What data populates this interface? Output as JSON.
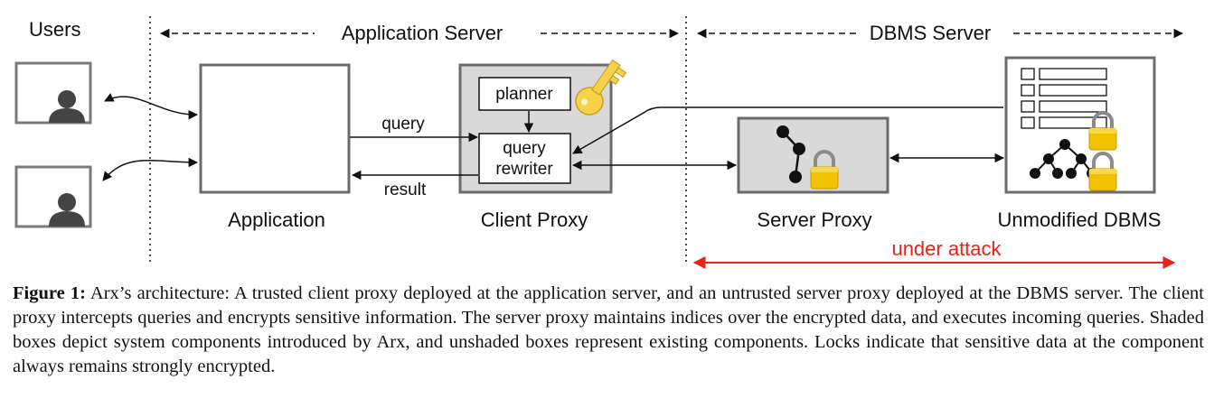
{
  "header": {
    "users": "Users",
    "application_server": "Application Server",
    "dbms_server": "DBMS Server"
  },
  "components": {
    "application": "Application",
    "client_proxy": "Client Proxy",
    "server_proxy": "Server Proxy",
    "unmodified_dbms": "Unmodified DBMS",
    "planner": "planner",
    "query_rewriter_line1": "query",
    "query_rewriter_line2": "rewriter"
  },
  "arrows": {
    "query": "query",
    "result": "result",
    "under_attack": "under attack"
  },
  "icons": [
    "user-icon",
    "key-icon",
    "lock-icon",
    "tree-icon",
    "table-rows-icon"
  ],
  "colors": {
    "shaded_box": "#d9d9d9",
    "box_border": "#6b6b6b",
    "attack": "#e8231a",
    "lock_body": "#f2c200",
    "key": "#f6d24a"
  },
  "caption": {
    "label": "Figure 1:",
    "text": "Arx’s architecture: A trusted client proxy deployed at the application server, and an untrusted server proxy deployed at the DBMS server. The client proxy intercepts queries and encrypts sensitive information. The server proxy maintains indices over the encrypted data, and executes incoming queries. Shaded boxes depict system components introduced by Arx, and unshaded boxes represent existing components. Locks indicate that sensitive data at the component always remains strongly encrypted."
  }
}
